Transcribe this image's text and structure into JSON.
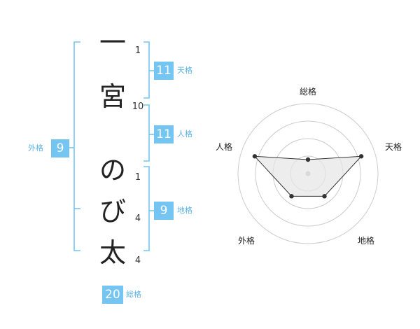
{
  "name": {
    "chars": [
      {
        "char": "一",
        "strokes": "1"
      },
      {
        "char": "宮",
        "strokes": "10"
      },
      {
        "char": "の",
        "strokes": "1"
      },
      {
        "char": "び",
        "strokes": "4"
      },
      {
        "char": "太",
        "strokes": "4"
      }
    ]
  },
  "fortunes": {
    "tenkaku": {
      "value": "11",
      "label": "天格"
    },
    "jinkaku": {
      "value": "11",
      "label": "人格"
    },
    "chikaku": {
      "value": "9",
      "label": "地格"
    },
    "gaikaku": {
      "value": "9",
      "label": "外格"
    },
    "soukaku": {
      "value": "20",
      "label": "総格"
    }
  },
  "chart_data": {
    "type": "radar",
    "axes": [
      "総格",
      "天格",
      "地格",
      "外格",
      "人格"
    ],
    "values": [
      1,
      4,
      2,
      2,
      4
    ],
    "max": 5,
    "rings": 4
  },
  "colors": {
    "accent": "#74c5f2",
    "bracket": "#74c5f2",
    "grid": "#cccccc",
    "polygon_fill": "#e6e6e6",
    "point": "#333333"
  }
}
